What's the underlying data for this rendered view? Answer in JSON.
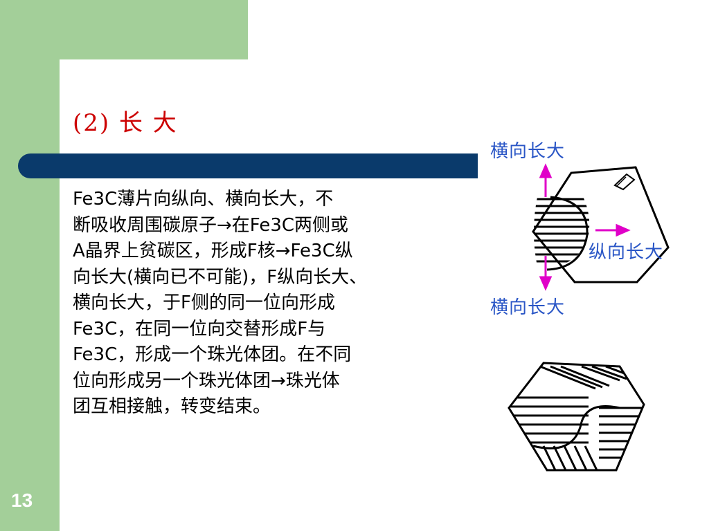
{
  "slide": {
    "title": "(2) 长 大",
    "body": "    Fe3C薄片向纵向、横向长大，不\n断吸收周围碳原子→在Fe3C两侧或\nA晶界上贫碳区，形成F核→Fe3C纵\n向长大(横向已不可能)，F纵向长大、\n横向长大，于F侧的同一位向形成\nFe3C，在同一位向交替形成F与\nFe3C，形成一个珠光体团。在不同\n位向形成另一个珠光体团→珠光体\n团互相接触，转变结束。",
    "page_number": "13"
  },
  "figure": {
    "label_top": "横向长大",
    "label_right": "纵向长大",
    "label_bottom": "横向长大"
  },
  "colors": {
    "green": "#a3cf99",
    "navy": "#0a3a6b",
    "title_red": "#cc0000",
    "arrow_magenta": "#e000c8",
    "label_blue": "#2a56c6"
  }
}
